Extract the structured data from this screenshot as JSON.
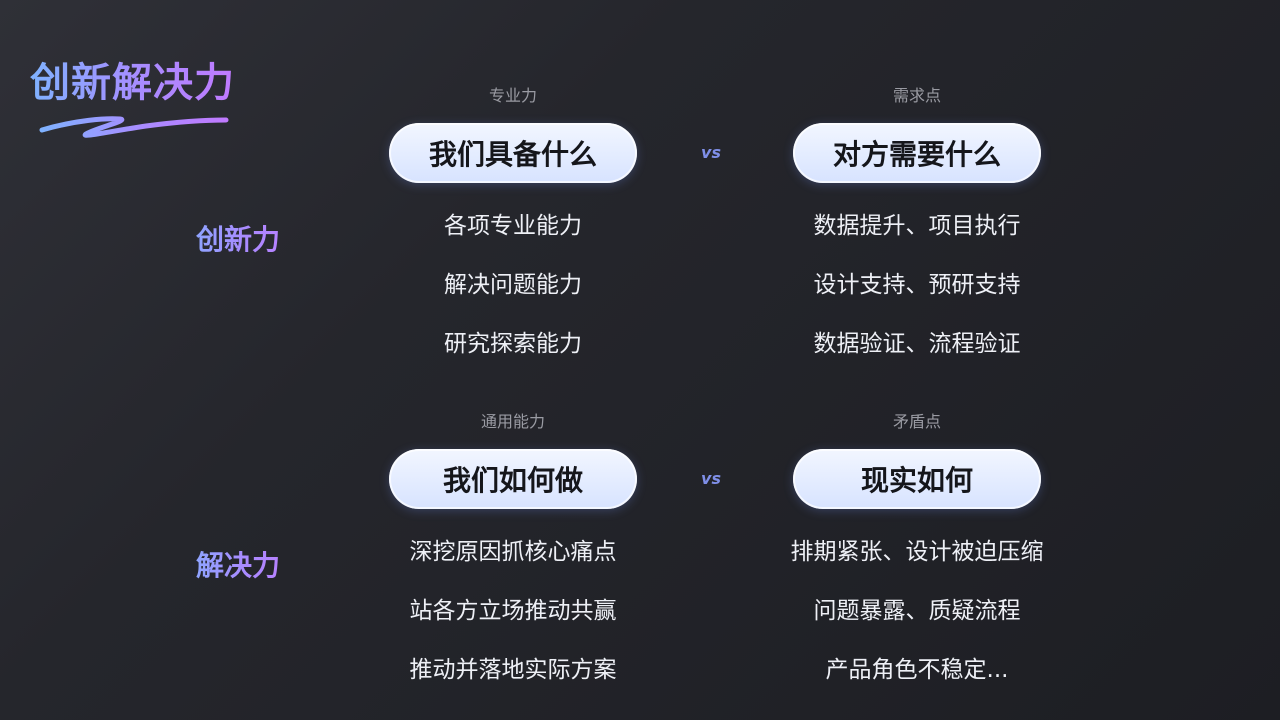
{
  "title": "创新解决力",
  "colors": {
    "accent_start": "#7fb2ff",
    "accent_end": "#c07aff",
    "vs": "#7f8fe8"
  },
  "sections": [
    {
      "row_label": "创新力",
      "left": {
        "caption": "专业力",
        "pill": "我们具备什么",
        "items": [
          "各项专业能力",
          "解决问题能力",
          "研究探索能力"
        ]
      },
      "vs": "vs",
      "right": {
        "caption": "需求点",
        "pill": "对方需要什么",
        "items": [
          "数据提升、项目执行",
          "设计支持、预研支持",
          "数据验证、流程验证"
        ]
      }
    },
    {
      "row_label": "解决力",
      "left": {
        "caption": "通用能力",
        "pill": "我们如何做",
        "items": [
          "深挖原因抓核心痛点",
          "站各方立场推动共赢",
          "推动并落地实际方案"
        ]
      },
      "vs": "vs",
      "right": {
        "caption": "矛盾点",
        "pill": "现实如何",
        "items": [
          "排期紧张、设计被迫压缩",
          "问题暴露、质疑流程",
          "产品角色不稳定..."
        ]
      }
    }
  ]
}
